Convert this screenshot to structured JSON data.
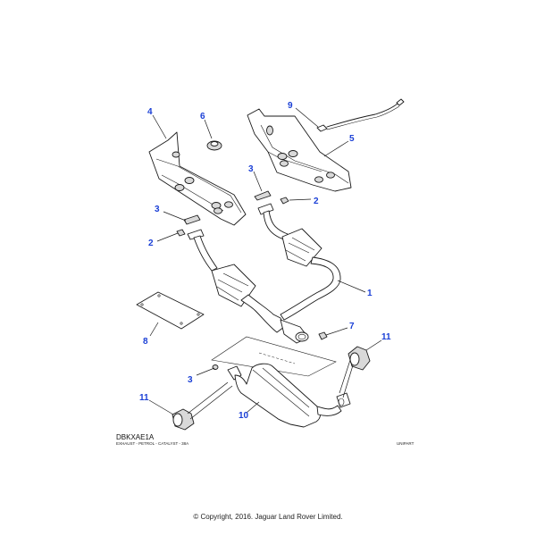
{
  "diagram": {
    "code": "DBKXAE1A",
    "description": "EXHAUST - PETROL - CATALYST - 38A",
    "stamp": "UNIPART",
    "copyright": "© Copyright, 2016. Jaguar Land Rover Limited.",
    "callouts": {
      "c1": "1",
      "c2a": "2",
      "c2b": "2",
      "c3a": "3",
      "c3b": "3",
      "c3c": "3",
      "c4": "4",
      "c5": "5",
      "c6": "6",
      "c7": "7",
      "c8": "8",
      "c9": "9",
      "c10": "10",
      "c11a": "11",
      "c11b": "11"
    },
    "colors": {
      "callout": "#1a3fd6",
      "line": "#1a1a1a"
    }
  }
}
